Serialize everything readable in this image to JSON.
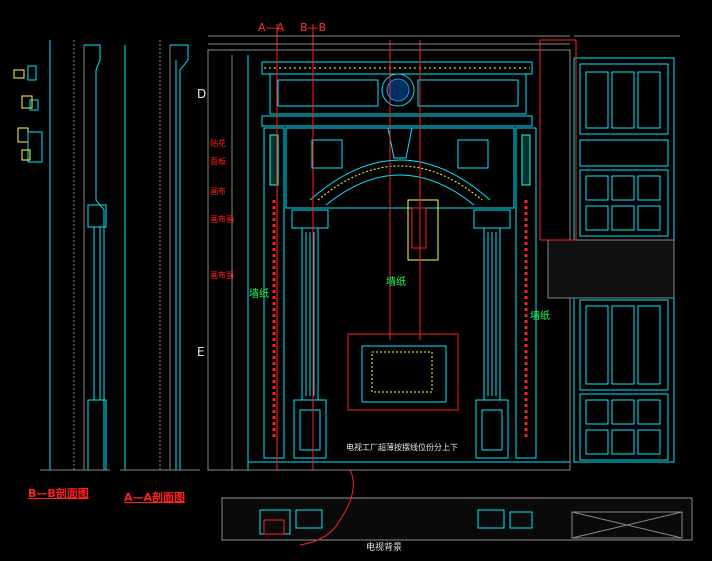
{
  "drawing": {
    "section_b_title": "B—B剖面图",
    "section_a_title": "A—A剖面图",
    "drawing_title": "电视背景",
    "note": "电视工厂超薄按摆线位份分上下",
    "wallpaper_label": "墙纸",
    "cut_a_label": "A—A",
    "cut_b_label": "B—B",
    "level_d": "D",
    "level_e": "E",
    "callouts": [
      "贴花",
      "面板",
      "画布",
      "画布画",
      "画布面"
    ],
    "colors": {
      "background": "#000000",
      "cyan": "#00e5ff",
      "red": "#ff2020",
      "green": "#20ff60",
      "yellow": "#ffff40",
      "white": "#e8e8e8",
      "gray": "#888888"
    }
  }
}
